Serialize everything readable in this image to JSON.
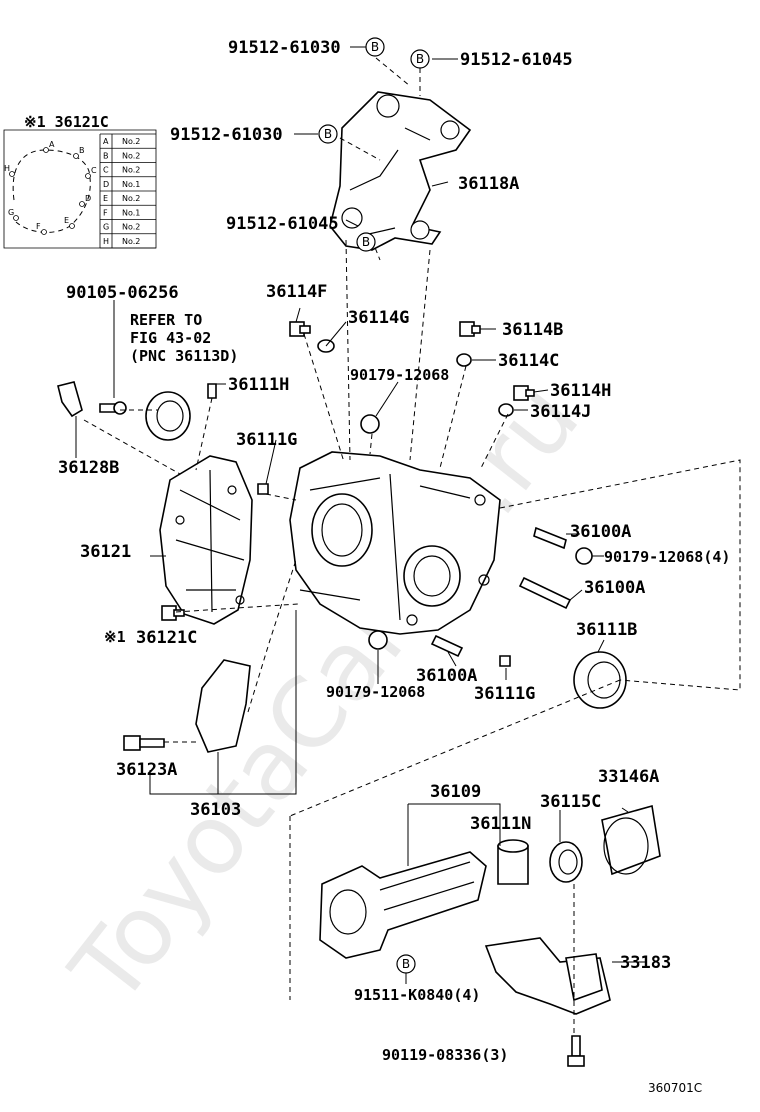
{
  "watermark": "ToyotaCarMe.ru",
  "figure_code": "360701C",
  "inset": {
    "title": "※1 36121C",
    "table": [
      {
        "key": "A",
        "val": "No.2"
      },
      {
        "key": "B",
        "val": "No.2"
      },
      {
        "key": "C",
        "val": "No.2"
      },
      {
        "key": "D",
        "val": "No.1"
      },
      {
        "key": "E",
        "val": "No.2"
      },
      {
        "key": "F",
        "val": "No.1"
      },
      {
        "key": "G",
        "val": "No.2"
      },
      {
        "key": "H",
        "val": "No.2"
      }
    ],
    "points": [
      "A",
      "B",
      "C",
      "D",
      "E",
      "F",
      "G",
      "H"
    ]
  },
  "labels": {
    "p91512_61030_top": "91512-61030",
    "p91512_61045_top": "91512-61045",
    "p91512_61030_mid": "91512-61030",
    "p91512_61045_bot": "91512-61045",
    "p36118A": "36118A",
    "p90105_06256": "90105-06256",
    "refer_line1": "REFER TO",
    "refer_line2": "FIG 43-02",
    "refer_line3": "(PNC 36113D)",
    "p36114F": "36114F",
    "p36114G": "36114G",
    "p36114B": "36114B",
    "p36114C": "36114C",
    "p90179_12068_top": "90179-12068",
    "p36114H": "36114H",
    "p36114J": "36114J",
    "p36111H": "36111H",
    "p36128B": "36128B",
    "p36111G_top": "36111G",
    "p36121": "36121",
    "p36100A_1": "36100A",
    "p90179_12068_4": "90179-12068(4)",
    "p36100A_2": "36100A",
    "p36121C": "36121C",
    "p36121C_mark": "※1",
    "p36111B": "36111B",
    "p36100A_3": "36100A",
    "p36111G_bot": "36111G",
    "p90179_12068_bot": "90179-12068",
    "p36123A": "36123A",
    "p36103": "36103",
    "p36109": "36109",
    "p36115C": "36115C",
    "p33146A": "33146A",
    "p36111N": "36111N",
    "p33183": "33183",
    "p91511_K0840": "91511-K0840(4)",
    "p90119_08336": "90119-08336(3)",
    "b_marker": "B"
  }
}
